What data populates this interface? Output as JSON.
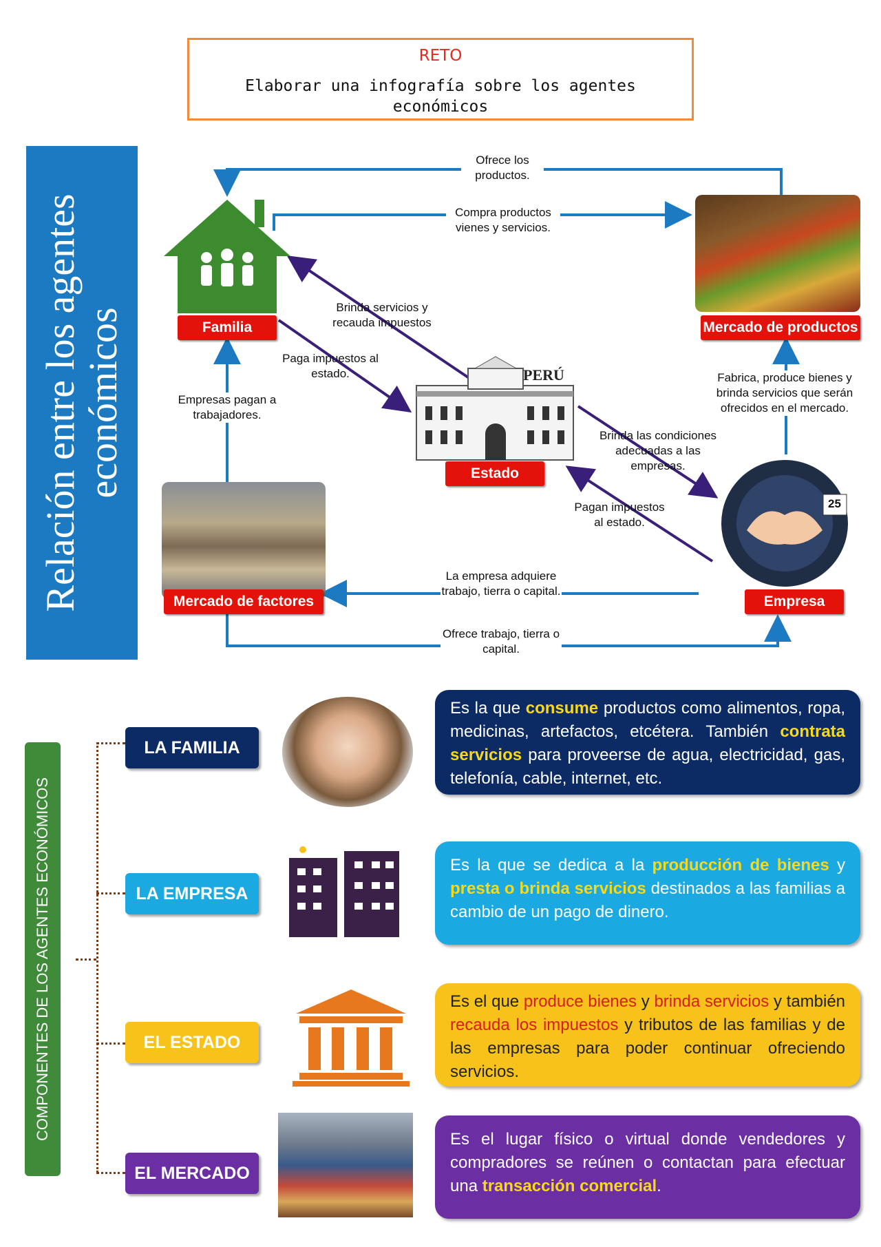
{
  "reto": {
    "title": "RETO",
    "text": "Elaborar una infografía sobre los agentes económicos"
  },
  "side_title": "Relación entre los agentes económicos",
  "diagram": {
    "nodes": {
      "familia": "Familia",
      "mercado_productos": "Mercado de productos",
      "estado": "Estado",
      "estado_sign": "PERÚ",
      "empresa": "Empresa",
      "mercado_factores": "Mercado de factores"
    },
    "flows": {
      "ofrece_productos": "Ofrece los productos.",
      "compra_productos": "Compra productos vienes y servicios.",
      "brinda_servicios": "Brinda servicios y recauda impuestos",
      "paga_impuestos_familia": "Paga impuestos al estado.",
      "empresas_pagan": "Empresas pagan a trabajadores.",
      "fabrica": "Fabrica, produce bienes y brinda servicios que serán ofrecidos en el mercado.",
      "brinda_condiciones": "Brinda las condiciones adecuadas a las empresas.",
      "pagan_impuestos_empresa": "Pagan impuestos al estado.",
      "adquiere": "La empresa adquiere trabajo, tierra o capital.",
      "ofrece_trabajo": "Ofrece trabajo, tierra o capital."
    },
    "calendar_number": "25"
  },
  "components": {
    "heading": "COMPONENTES DE LOS AGENTES ECONÓMICOS",
    "familia": {
      "tag": "LA FAMILIA",
      "p1": "Es la que ",
      "h1": "consume",
      "p2": " productos como alimentos, ropa, medicinas, artefactos, etcétera. También ",
      "h2": "contrata servicios",
      "p3": " para proveerse de agua, electricidad, gas, telefonía, cable, internet, etc."
    },
    "empresa": {
      "tag": "LA EMPRESA",
      "p1": "Es la que se dedica a la ",
      "h1": "producción de bienes",
      "p2": " y ",
      "h2": "presta o brinda servicios",
      "p3": " destinados a las familias a cambio de un pago de dinero."
    },
    "estado": {
      "tag": "EL ESTADO",
      "p1": "Es el que ",
      "h1": "produce bienes",
      "p2": " y ",
      "h2": "brinda servicios",
      "p3": " y también ",
      "h3": "recauda los impuestos",
      "p4": " y tributos de las familias y de las empresas para poder continuar ofreciendo servicios."
    },
    "mercado": {
      "tag": "EL MERCADO",
      "p1": "Es el lugar físico o virtual donde vendedores y compradores se reúnen o contactan para efectuar una ",
      "h1": "transacción comercial",
      "p2": "."
    }
  },
  "colors": {
    "blue": "#1b7ac2",
    "red": "#e3120b",
    "navy": "#0c2a63",
    "sky": "#1aa9e0",
    "yellow": "#f7c21a",
    "purple": "#6b2ea3",
    "green": "#3f8b3a",
    "orange": "#f08a3c"
  }
}
